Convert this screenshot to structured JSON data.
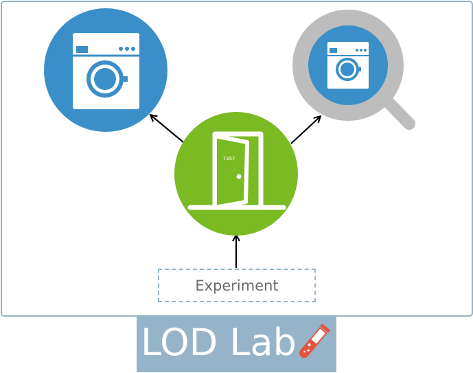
{
  "diagram": {
    "nodes": {
      "washer": {
        "icon": "washing-machine-icon",
        "color": "#3a8fc8"
      },
      "search_washer": {
        "icon": "magnifier-washing-machine-icon",
        "color": "#3a8fc8",
        "ring_color": "#bdbdbd"
      },
      "experiment_door": {
        "icon": "door-icon",
        "color": "#7aba23",
        "door_label": "T357"
      }
    },
    "experiment_label": "Experiment",
    "edges": [
      {
        "from": "experiment_door",
        "to": "washer"
      },
      {
        "from": "experiment_door",
        "to": "search_washer"
      },
      {
        "from": "experiment_label",
        "to": "experiment_door"
      }
    ]
  },
  "logo": {
    "text": "LOD Lab",
    "background": "#95b4c9",
    "flask_color": "#e5533d"
  }
}
